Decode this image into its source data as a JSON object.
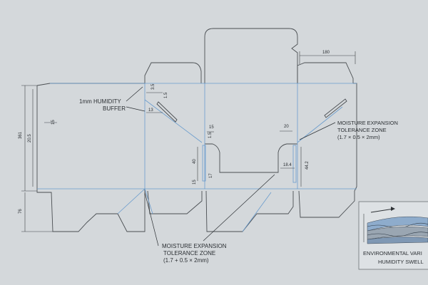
{
  "dimensions": {
    "top_width": "180",
    "left_height_outer": "361",
    "left_height_inner": "20.5",
    "bottom_height": "76",
    "side_gap": "15",
    "notch_a": "3.5",
    "notch_b": "1.5",
    "notch_c": "13",
    "center_top": "15",
    "center_mid": "1.5",
    "center_40": "40",
    "center_15": "15",
    "center_17": "17",
    "right_20": "20",
    "right_184": "18.4",
    "right_442": "44.2"
  },
  "annotations": {
    "humidity_buffer_line1": "1mm HUMIDITY",
    "humidity_buffer_line2": "BUFFER",
    "moisture_right_line1": "MOISTURE EXPANSION",
    "moisture_right_line2": "TOLERANCE ZONE",
    "moisture_right_line3": "(1.7 × 0.5 × 2mm)",
    "moisture_bottom_line1": "MOISTURE EXPANSION",
    "moisture_bottom_line2": "TOLERANCE ZONE",
    "moisture_bottom_line3": "(1.7 + 0.5 × 2mm)"
  },
  "inset": {
    "label_line1": "ENVIRONMENTAL VARI",
    "label_line2": "HUMIDITY SWELL"
  },
  "colors": {
    "background": "#d4d8db",
    "cut_line": "#4a4e52",
    "fold_line": "#6a9ccd",
    "text": "#2b2f33"
  }
}
